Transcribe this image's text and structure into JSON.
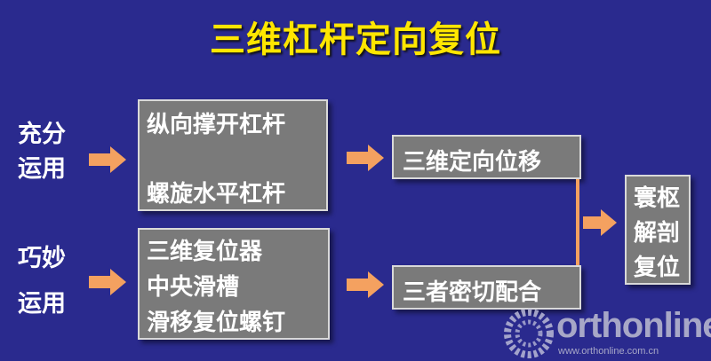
{
  "title": "三维杠杆定向复位",
  "left_labels": {
    "top": {
      "line1": "充分",
      "line2": "运用"
    },
    "bottom": {
      "line1": "巧妙",
      "line2": "运用"
    }
  },
  "box_top_left": {
    "line1": "纵向撑开杠杆",
    "line2": "螺旋水平杠杆"
  },
  "box_bottom_left": {
    "line1": "三维复位器",
    "line2": "中央滑槽",
    "line3": "滑移复位螺钉"
  },
  "box_mid_top": "三维定向位移",
  "box_mid_bottom": "三者密切配合",
  "box_right": {
    "line1": "寰枢",
    "line2": "解剖",
    "line3": "复位"
  },
  "watermark": {
    "name": "orthonline",
    "url": "www.orthonline.com.cn"
  },
  "colors": {
    "background": "#2a2a8e",
    "title": "#ffe600",
    "box": "#7a7a7a",
    "arrow": "#f4a160"
  }
}
